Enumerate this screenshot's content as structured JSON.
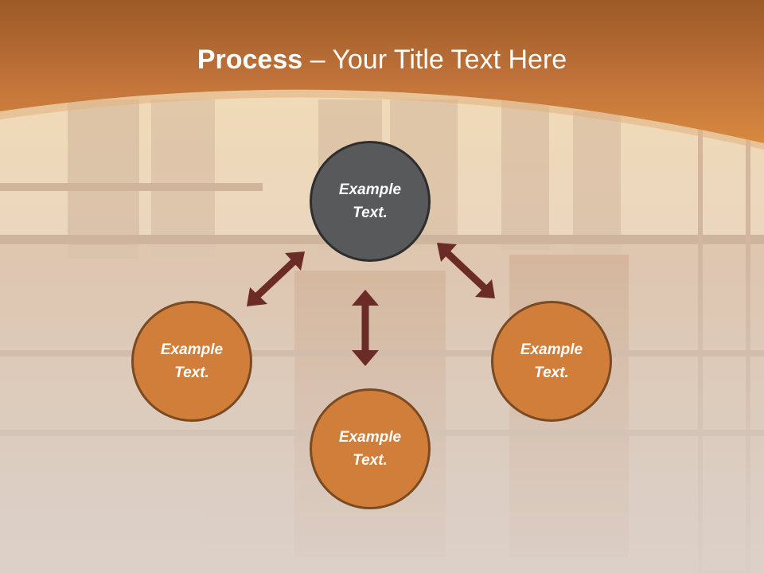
{
  "title": {
    "bold": "Process",
    "dash": " – ",
    "rest": "Your Title Text Here"
  },
  "colors": {
    "header": "#c8743a",
    "center_node": "#58595b",
    "outer_node": "#d07e3a",
    "arrow": "#6b2c28"
  },
  "nodes": {
    "center": {
      "line1": "Example",
      "line2": "Text."
    },
    "left": {
      "line1": "Example",
      "line2": "Text."
    },
    "right": {
      "line1": "Example",
      "line2": "Text."
    },
    "bottom": {
      "line1": "Example",
      "line2": "Text."
    }
  }
}
